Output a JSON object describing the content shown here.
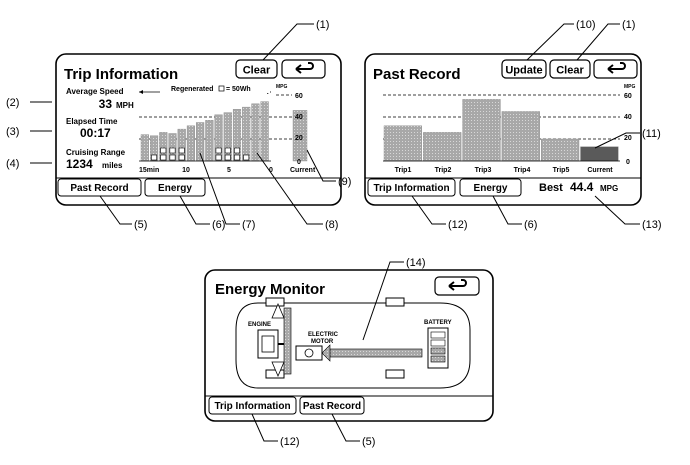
{
  "callouts": {
    "c1a": "(1)",
    "c1b": "(1)",
    "c2": "(2)",
    "c3": "(3)",
    "c4": "(4)",
    "c5a": "(5)",
    "c5b": "(5)",
    "c6a": "(6)",
    "c6b": "(6)",
    "c7": "(7)",
    "c8": "(8)",
    "c9": "(9)",
    "c10": "(10)",
    "c11": "(11)",
    "c12a": "(12)",
    "c12b": "(12)",
    "c13": "(13)",
    "c14": "(14)"
  },
  "trip_screen": {
    "title": "Trip Information",
    "clear_label": "Clear",
    "back_icon": "return-arrow-icon",
    "average_speed_label": "Average Speed",
    "average_speed_value": "33",
    "average_speed_unit": "MPH",
    "elapsed_time_label": "Elapsed Time",
    "elapsed_time_value": "00:17",
    "cruising_range_label": "Cruising Range",
    "cruising_range_value": "1234",
    "cruising_range_unit": "miles",
    "regenerated_label": "Regenerated",
    "regen_legend": "= 50Wh",
    "mpg_unit": "MPG",
    "y_ticks": [
      "60",
      "40",
      "20",
      "0"
    ],
    "x_labels": [
      "15min",
      "10",
      "5",
      "0",
      "Current"
    ],
    "past_record_tab": "Past Record",
    "energy_tab": "Energy"
  },
  "past_screen": {
    "title": "Past Record",
    "update_label": "Update",
    "clear_label": "Clear",
    "back_icon": "return-arrow-icon",
    "mpg_unit": "MPG",
    "y_ticks": [
      "60",
      "40",
      "20",
      "0"
    ],
    "x_labels": [
      "Trip1",
      "Trip2",
      "Trip3",
      "Trip4",
      "Trip5",
      "Current"
    ],
    "trip_info_tab": "Trip Information",
    "energy_tab": "Energy",
    "best_label": "Best",
    "best_value": "44.4",
    "best_unit": "MPG"
  },
  "energy_screen": {
    "title": "Energy Monitor",
    "back_icon": "return-arrow-icon",
    "engine_label": "ENGINE",
    "motor_label_1": "ELECTRIC",
    "motor_label_2": "MOTOR",
    "battery_label": "BATTERY",
    "trip_info_tab": "Trip Information",
    "past_record_tab": "Past Record"
  },
  "chart_data": [
    {
      "type": "bar",
      "ylabel": "MPG",
      "ylim": [
        0,
        60
      ],
      "values": [
        24,
        23,
        26,
        25,
        29,
        32,
        35,
        37,
        42,
        44,
        47,
        49,
        52,
        54
      ],
      "regen_blocks": [
        0,
        1,
        2,
        2,
        2,
        0,
        0,
        0,
        2,
        2,
        2,
        1,
        0,
        0
      ],
      "current": 46
    },
    {
      "type": "bar",
      "categories": [
        "Trip1",
        "Trip2",
        "Trip3",
        "Trip4",
        "Trip5",
        "Current"
      ],
      "values": [
        32,
        26,
        56,
        45,
        20,
        13
      ],
      "ylim": [
        0,
        60
      ]
    }
  ]
}
